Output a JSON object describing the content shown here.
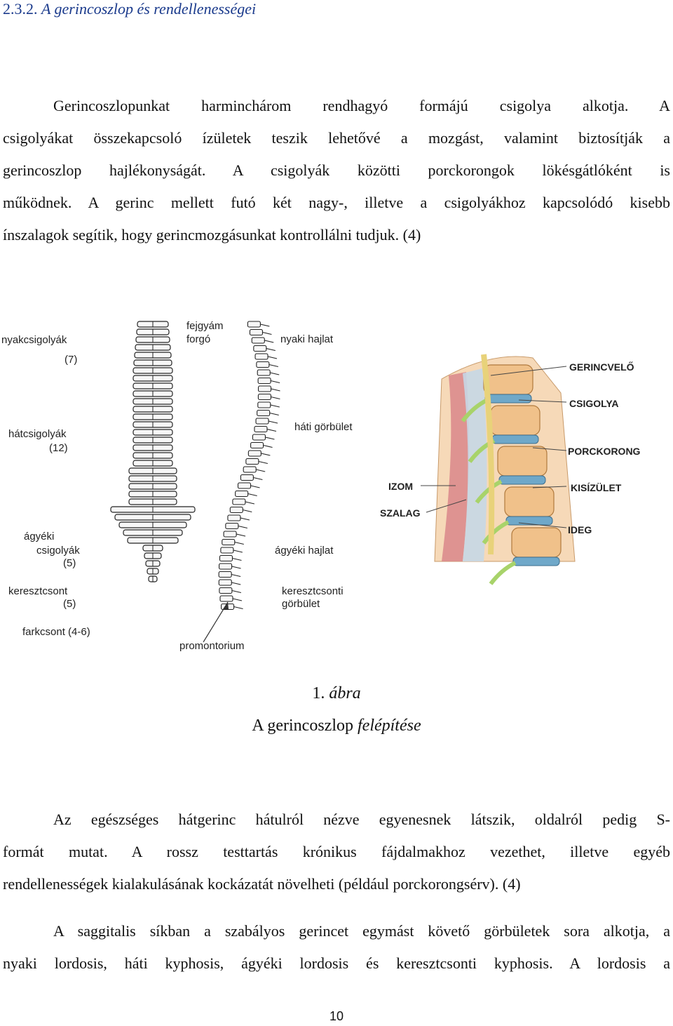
{
  "heading": {
    "number": "2.3.2.",
    "title": "A gerincoszlop és rendellenességei"
  },
  "paragraph1": [
    "Gerincoszlopunkat harminchárom rendhagyó formájú csigolya alkotja. A",
    "csigolyákat összekapcsoló ízületek teszik lehetővé a mozgást, valamint biztosítják a",
    "gerincoszlop hajlékonyságát. A csigolyák közötti porckorongok lökésgátlóként is",
    "működnek. A gerinc mellett futó két nagy-, illetve a csigolyákhoz kapcsolódó kisebb",
    "ínszalagok segítik, hogy gerincmozgásunkat kontrollálni tudjuk. (4)"
  ],
  "figure": {
    "left_labels": {
      "neck": "nyakcsigolyák",
      "neck_count": "(7)",
      "thoracic": "hátcsigolyák",
      "thoracic_count": "(12)",
      "lumbar1": "ágyéki",
      "lumbar2": "csigolyák",
      "lumbar_count": "(5)",
      "sacrum": "keresztcsont",
      "sacrum_count": "(5)",
      "coccyx": "farkcsont (4-6)"
    },
    "middle_labels": {
      "atlas": "fejgyám",
      "axis": "forgó",
      "cervical_curve": "nyaki hajlat",
      "thoracic_curve": "háti görbület",
      "lumbar_curve": "ágyéki hajlat",
      "sacral_curve1": "keresztcsonti",
      "sacral_curve2": "görbület",
      "promontorium": "promontorium"
    },
    "right_labels": {
      "spinal_cord": "GERINCVELŐ",
      "vertebra": "CSIGOLYA",
      "disc": "PORCKORONG",
      "facet": "KISÍZÜLET",
      "nerve": "IDEG",
      "muscle": "IZOM",
      "ligament": "SZALAG"
    }
  },
  "caption": {
    "number": "1.",
    "label": "ábra",
    "title_plain": "A gerincoszlop",
    "title_italic": "felépítése"
  },
  "paragraph2": [
    "Az egészséges hátgerinc hátulról nézve egyenesnek látszik, oldalról pedig S-",
    "formát mutat. A rossz testtartás krónikus fájdalmakhoz vezethet, illetve egyéb",
    "rendellenességek kialakulásának kockázatát növelheti (például porckorongsérv). (4)"
  ],
  "paragraph3": [
    "A saggitalis síkban a szabályos gerincet egymást követő görbületek sora alkotja, a",
    "nyaki lordosis, háti kyphosis, ágyéki lordosis és keresztcsonti kyphosis. A lordosis a"
  ],
  "page_number": "10",
  "colors": {
    "heading": "#1a3a8c",
    "bone": "#f0c18a",
    "disc": "#6fa8c9",
    "nerve": "#a8d36a",
    "muscle": "#d9868a"
  }
}
